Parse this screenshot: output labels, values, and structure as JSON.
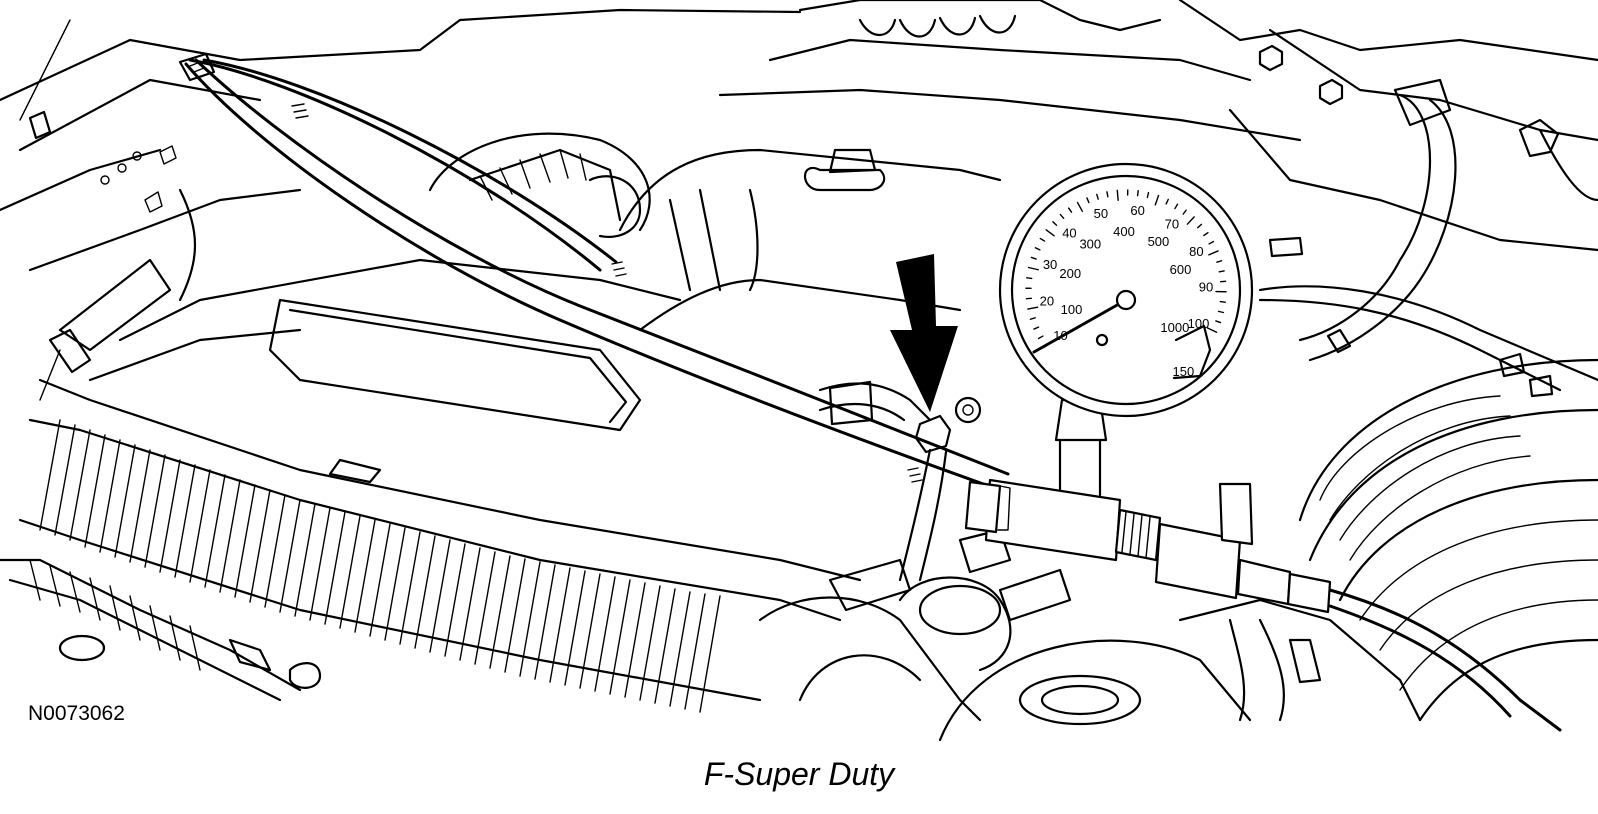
{
  "figure_id": "N0073062",
  "caption": "F-Super Duty",
  "gauge": {
    "outer_scale_labels": [
      "10",
      "20",
      "30",
      "40",
      "50",
      "60",
      "70",
      "80",
      "90",
      "100",
      "150"
    ],
    "inner_scale_labels": [
      "100",
      "200",
      "300",
      "400",
      "500",
      "600",
      "1000"
    ]
  }
}
